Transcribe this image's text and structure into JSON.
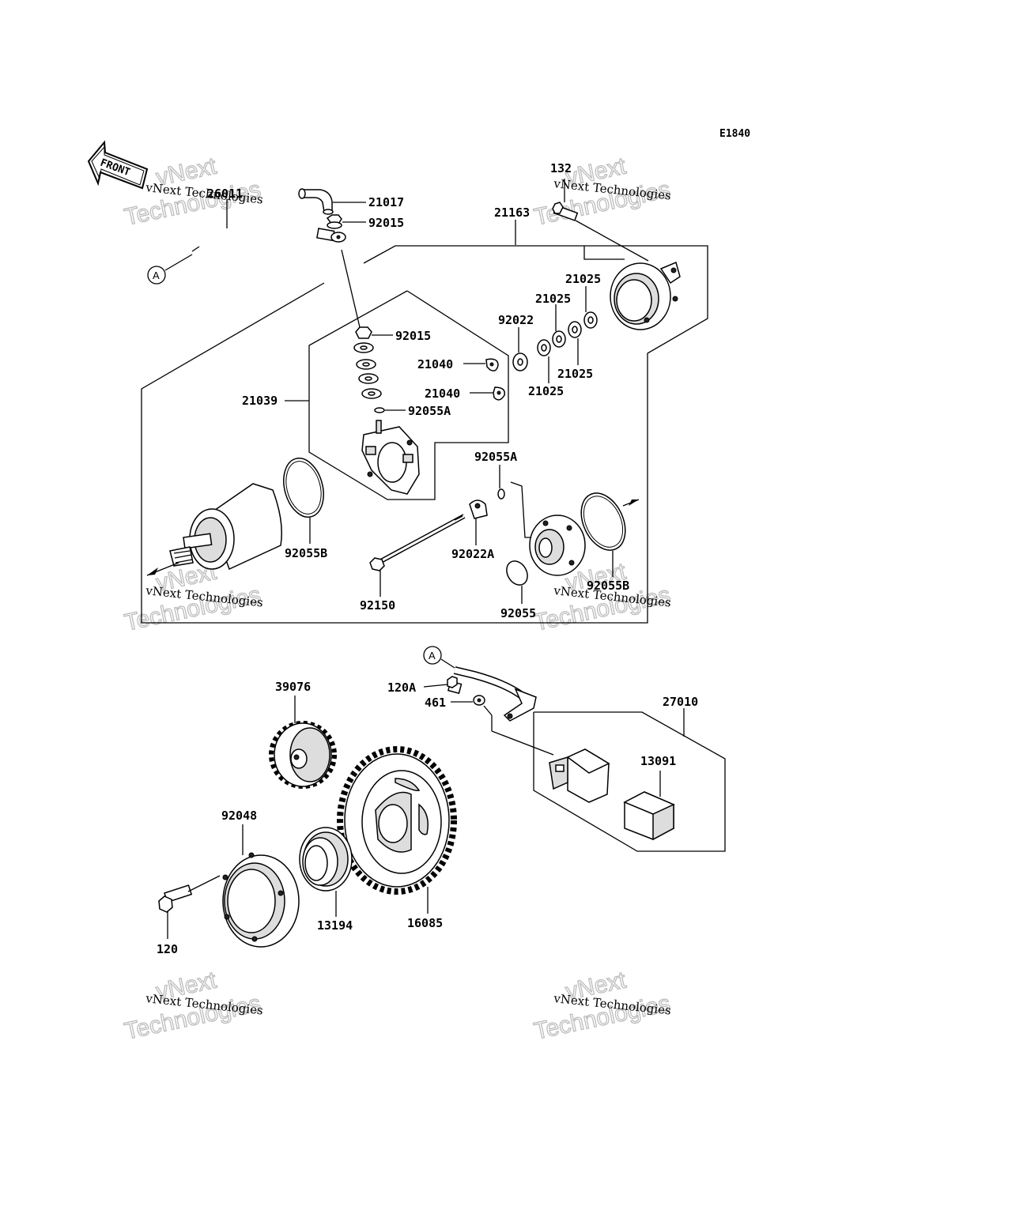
{
  "diagram_code": "E1840",
  "front_label": "FRONT",
  "ref_marker": "A",
  "watermark": {
    "line1": "vNext",
    "line2": "Technologies",
    "small": "vNext Technologies"
  },
  "part_labels": {
    "p26011": "26011",
    "p21017": "21017",
    "p92015_a": "92015",
    "p132": "132",
    "p21163": "21163",
    "p21025_a": "21025",
    "p21025_b": "21025",
    "p21025_c": "21025",
    "p21025_d": "21025",
    "p92022": "92022",
    "p92015_b": "92015",
    "p21040_a": "21040",
    "p21040_b": "21040",
    "p21039": "21039",
    "p92055A_a": "92055A",
    "p92055A_b": "92055A",
    "p92055B_a": "92055B",
    "p92022A": "92022A",
    "p92055B_b": "92055B",
    "p92150": "92150",
    "p92055": "92055",
    "p120A": "120A",
    "p461": "461",
    "p27010": "27010",
    "p39076": "39076",
    "p13091": "13091",
    "p92048": "92048",
    "p120": "120",
    "p13194": "13194",
    "p16085": "16085"
  }
}
